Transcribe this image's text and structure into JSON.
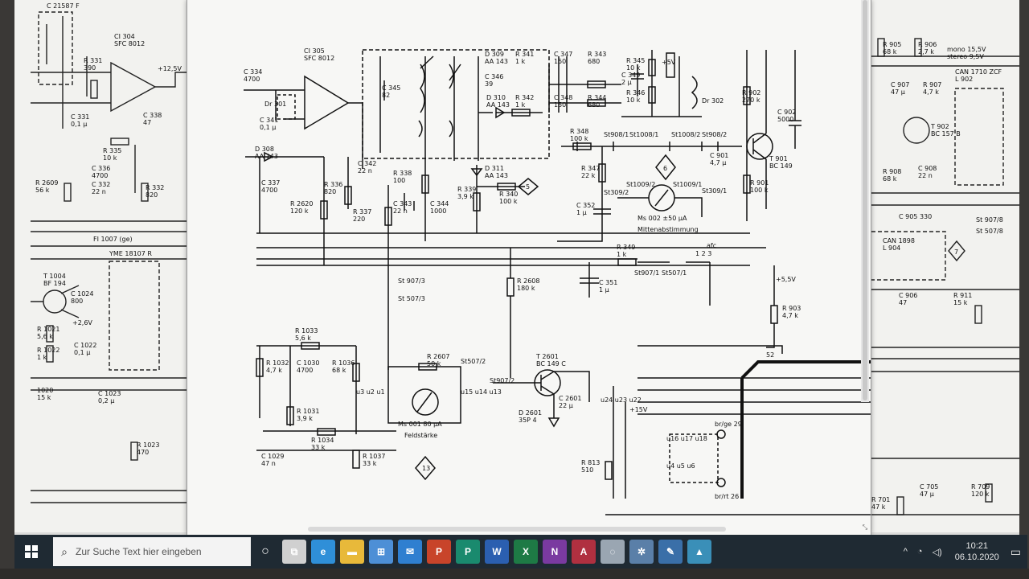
{
  "taskbar": {
    "search_placeholder": "Zur Suche Text hier eingeben",
    "apps": [
      {
        "name": "task-view-icon",
        "glyph": "⧉",
        "color": "#d0d0d0"
      },
      {
        "name": "edge-icon",
        "glyph": "e",
        "color": "#2f8fd8"
      },
      {
        "name": "file-explorer-icon",
        "glyph": "▬",
        "color": "#e8b93a"
      },
      {
        "name": "store-icon",
        "glyph": "⊞",
        "color": "#4d8fd6"
      },
      {
        "name": "mail-icon",
        "glyph": "✉",
        "color": "#2f7fd0"
      },
      {
        "name": "powerpoint-icon",
        "glyph": "P",
        "color": "#c8442a"
      },
      {
        "name": "publisher-icon",
        "glyph": "P",
        "color": "#1a8a6e"
      },
      {
        "name": "word-icon",
        "glyph": "W",
        "color": "#2b5fb0"
      },
      {
        "name": "excel-icon",
        "glyph": "X",
        "color": "#1e7a45"
      },
      {
        "name": "onenote-icon",
        "glyph": "N",
        "color": "#7a3aa0"
      },
      {
        "name": "access-icon",
        "glyph": "A",
        "color": "#b03040"
      },
      {
        "name": "photo-viewer-icon",
        "glyph": "◌",
        "color": "#9aa6b2"
      },
      {
        "name": "settings-app-icon",
        "glyph": "✲",
        "color": "#5a7fa8"
      },
      {
        "name": "paint-icon",
        "glyph": "✎",
        "color": "#3a6fa8"
      },
      {
        "name": "photos-icon",
        "glyph": "▲",
        "color": "#3a8fb8"
      }
    ],
    "clock_time": "10:21",
    "clock_date": "06.10.2020"
  },
  "schematic": {
    "labels": {
      "ic": "CI 305\nSFC 8012",
      "c334": "C 334\n4700",
      "dr301": "Dr 301",
      "c341": "C 341\n0,1 µ",
      "d308": "D 308\nAA 143",
      "c337": "C 337\n4700",
      "r2620": "R 2620\n120 k",
      "r336": "R 336\n820",
      "c342": "C 342\n22 n",
      "r337": "R 337\n220",
      "c345": "C 345\n82",
      "r338": "R 338\n100",
      "c343": "C 343\n22 n",
      "c344": "C 344\n1000",
      "d309": "D 309\nAA 143",
      "r341": "R 341\n1 k",
      "c346": "C 346\n39",
      "d310": "D 310\nAA 143",
      "r342": "R 342\n1 k",
      "c347": "C 347\n150",
      "c348": "C 348\n150",
      "r343": "R 343\n680",
      "r344": "R 344\n680",
      "c349": "C 349\n2 µ",
      "r345": "R 345\n10 k",
      "r346": "R 346\n10 k",
      "dr302": "Dr 302",
      "v5": "+5V",
      "r902": "R 902\n270 k",
      "c902": "C 902\n5000",
      "t901": "T 901\nBC 149",
      "r901": "R 901\n100 k",
      "c901": "C 901\n4,7 µ",
      "r348": "R 348\n100 k",
      "r347": "R 347\n22 k",
      "st908_1": "St908/1",
      "st1008_1": "St1008/1",
      "st1008_2": "St1008/2",
      "st908_2": "St908/2",
      "d311": "D 311\nAA 143",
      "r339": "R 339\n3,9 k",
      "r340": "R 340\n100 k",
      "c352": "C 352\n1 µ",
      "st309_2": "St309/2",
      "st1009_2": "St1009/2",
      "st1009_1": "St1009/1",
      "st309_1": "St309/1",
      "ms002": "Ms 002  ±50 µA",
      "mittenabstimmung": "Mittenabstimmung",
      "r349": "R 349\n1 k",
      "c351": "C 351\n1 µ",
      "st907_1": "St907/1",
      "st507_1": "St507/1",
      "afc": "afc",
      "afc_pos": "1   2   3",
      "r2608": "R 2608\n180 k",
      "st907_3": "St 907/3",
      "st507_3": "St 507/3",
      "v55": "+5,5V",
      "r903": "R 903\n4,7 k",
      "r1033": "R 1033\n5,6 k",
      "r1032": "R 1032\n4,7 k",
      "c1030": "C 1030\n4700",
      "r1036": "R 1036\n68 k",
      "r1031": "R 1031\n3,9 k",
      "r1034": "R 1034\n33 k",
      "c1029": "C 1029\n47 n",
      "r1037": "R 1037\n33 k",
      "r2607": "R 2607\n50 k",
      "st507_2": "St507/2",
      "st907_2": "St907/2",
      "t2601": "T 2601\nBC 149 C",
      "c2601": "C 2601\n22 µ",
      "d2601": "D 2601\n35P 4",
      "ms001": "Ms 001  80 µA",
      "feldstaerke": "Feldstärke",
      "r813": "R 813\n510",
      "v15": "+15V",
      "brbge29": "br/ge 29",
      "brrt26": "br/rt 26",
      "pin52": "52",
      "node5": "5",
      "node6": "6",
      "node13": "13",
      "u_labels": "u3 u2 u1",
      "u_right": "u15 u14 u13",
      "u2x": "u24 u23 u22",
      "u16": "u16  u17  u18",
      "u456": "u4  u5  u6"
    },
    "left_labels": {
      "ci304": "CI 304\nSFC 8012",
      "r331": "R 331\n390",
      "c331": "C 331\n0,1 µ",
      "r335": "R 335\n10 k",
      "c336": "C 336\n4700",
      "c332": "C 332\n22 n",
      "r332": "R 332\n820",
      "c338": "C 338\n47",
      "r2609": "R 2609\n56 k",
      "v125": "+12,5V",
      "fi1007": "FI 1007 (ge)",
      "yme": "YME 18107 R",
      "t1004": "T 1004\nBF 194",
      "c1024": "C 1024\n800",
      "r1021": "R 1021\n5,6 k",
      "r1022": "R 1022\n1 k",
      "c1022": "C 1022\n0,1 µ",
      "v26": "+2,6V",
      "r1020": "1020\n15 k",
      "c1023": "C 1023\n0,2 µ",
      "r1023": "R 1023\n470",
      "c21587": "C 21587 F"
    },
    "right_labels": {
      "r905": "R 905\n68 k",
      "r906": "R 906\n2,7 k",
      "mono": "mono 15,5V\nstereo 9,5V",
      "can1710": "CAN 1710 ZCF\nL 902",
      "c907": "C 907\n47 µ",
      "r907": "R 907\n4,7 k",
      "t902": "T 902\nBC 157 B",
      "r908": "R 908\n68 k",
      "c908": "C 908\n22 n",
      "c905": "C 905    330",
      "st907_8": "St 907/8",
      "st507_8": "St 507/8",
      "can1898": "CAN 1898\nL 904",
      "c906": "C 906\n47",
      "r911": "R 911\n15 k",
      "node7": "7",
      "r701": "R 701\n47 k",
      "c705": "C 705\n47 µ",
      "r709": "R 709\n120 k"
    }
  }
}
